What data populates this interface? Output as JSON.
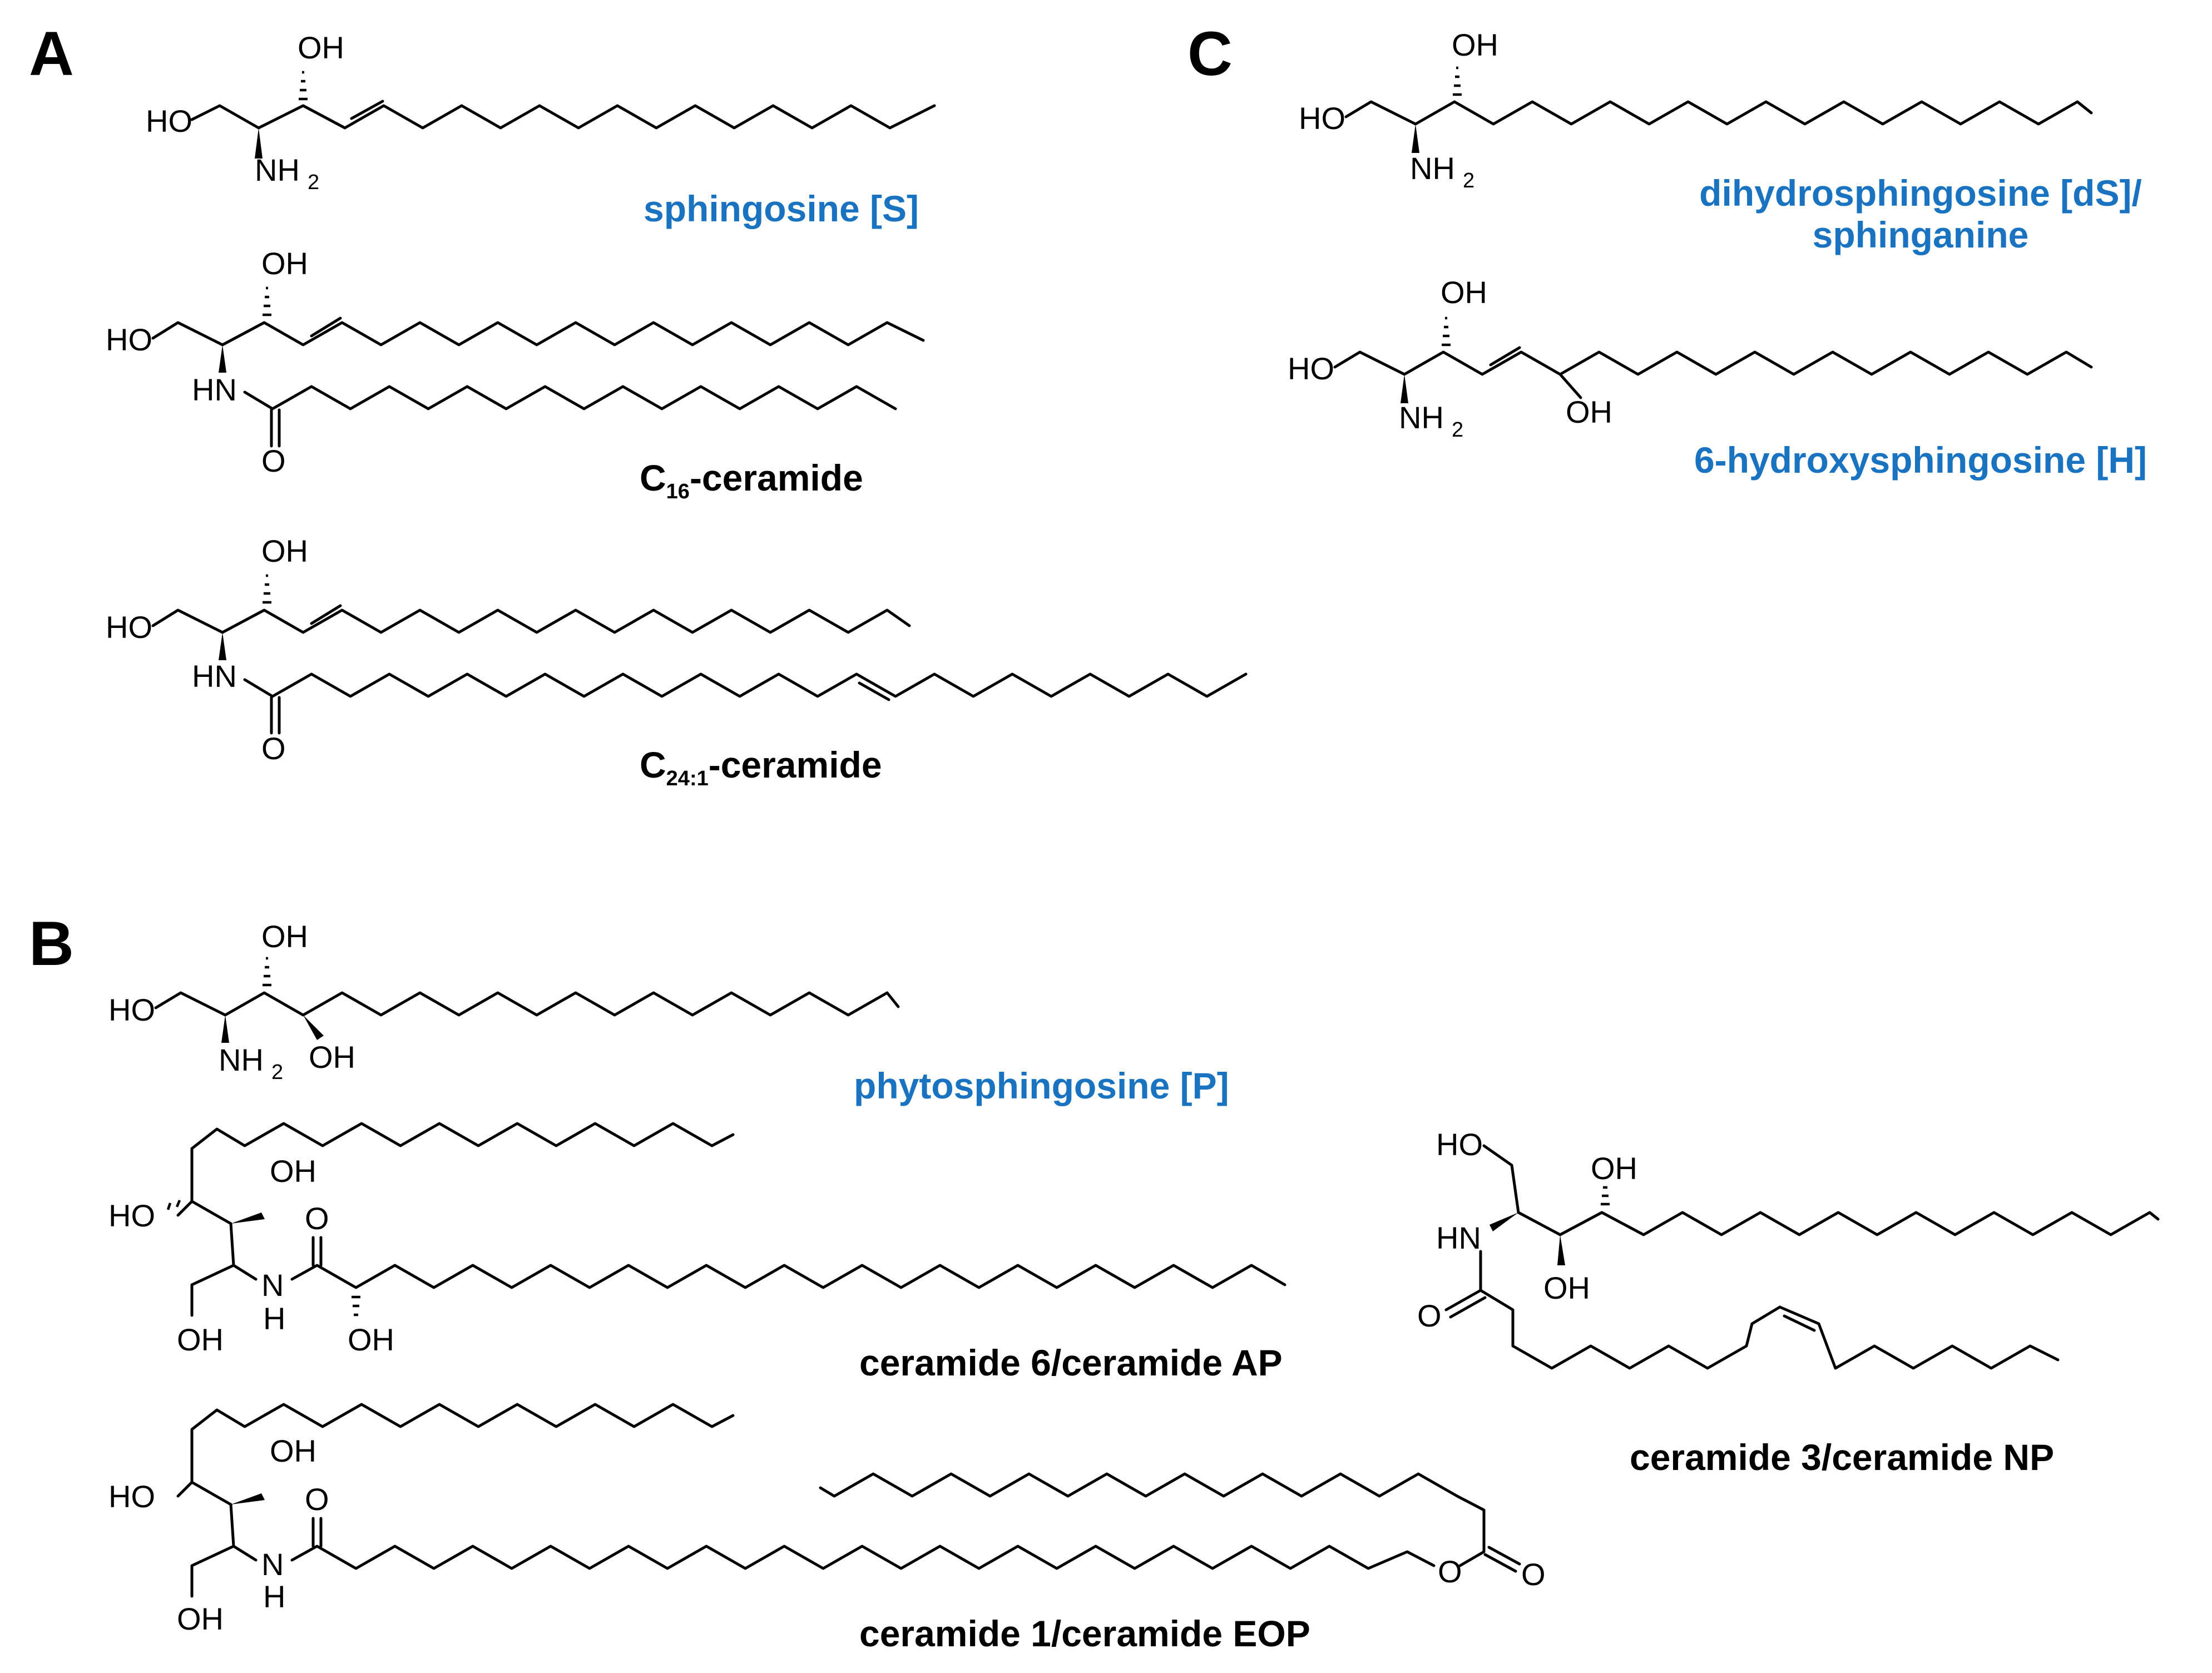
{
  "panels": {
    "a": {
      "letter": "A"
    },
    "b": {
      "letter": "B"
    },
    "c": {
      "letter": "C"
    }
  },
  "colors": {
    "name_blue": "#1a73c1",
    "name_black": "#000000"
  },
  "molecules": {
    "sphingosine": {
      "caption": "sphingosine [S]"
    },
    "c16_ceramide": {
      "caption_main": "C",
      "caption_sub": "16",
      "caption_rest": "-ceramide"
    },
    "c24_ceramide": {
      "caption_main": "C",
      "caption_sub": "24:1",
      "caption_rest": "-ceramide"
    },
    "phytosphingosine": {
      "caption": "phytosphingosine [P]"
    },
    "ceramide_ap": {
      "caption": "ceramide 6/ceramide AP"
    },
    "ceramide_eop": {
      "caption": "ceramide 1/ceramide EOP"
    },
    "ceramide_np": {
      "caption": "ceramide 3/ceramide NP"
    },
    "dihydrosphingosine": {
      "caption_line1": "dihydrosphingosine [dS]/",
      "caption_line2": "sphinganine"
    },
    "hydroxysphingosine": {
      "caption": "6-hydroxysphingosine [H]"
    }
  },
  "atoms": {
    "HO": "HO",
    "OH": "OH",
    "NH": "NH",
    "HN": "HN",
    "N": "N",
    "H": "H",
    "O": "O",
    "sub2": "2"
  }
}
